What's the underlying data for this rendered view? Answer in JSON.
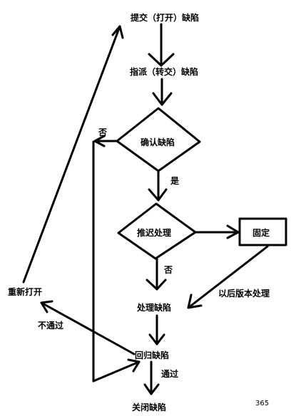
{
  "nodes": {
    "submit": "提交（打开）缺陷",
    "assign": "指派（转交）缺陷",
    "confirm": "确认缺陷",
    "defer": "推迟处理",
    "fixed": "固定",
    "process": "处理缺陷",
    "regress": "回归缺陷",
    "close": "关闭缺陷",
    "reopen": "重新打开"
  },
  "edges": {
    "yes": "是",
    "no_confirm": "否",
    "no_defer": "否",
    "later_version": "以后版本处理",
    "not_pass": "不通过",
    "pass": "通过"
  },
  "page_number": "365",
  "colors": {
    "line": "#000000",
    "background": "#ffffff"
  }
}
